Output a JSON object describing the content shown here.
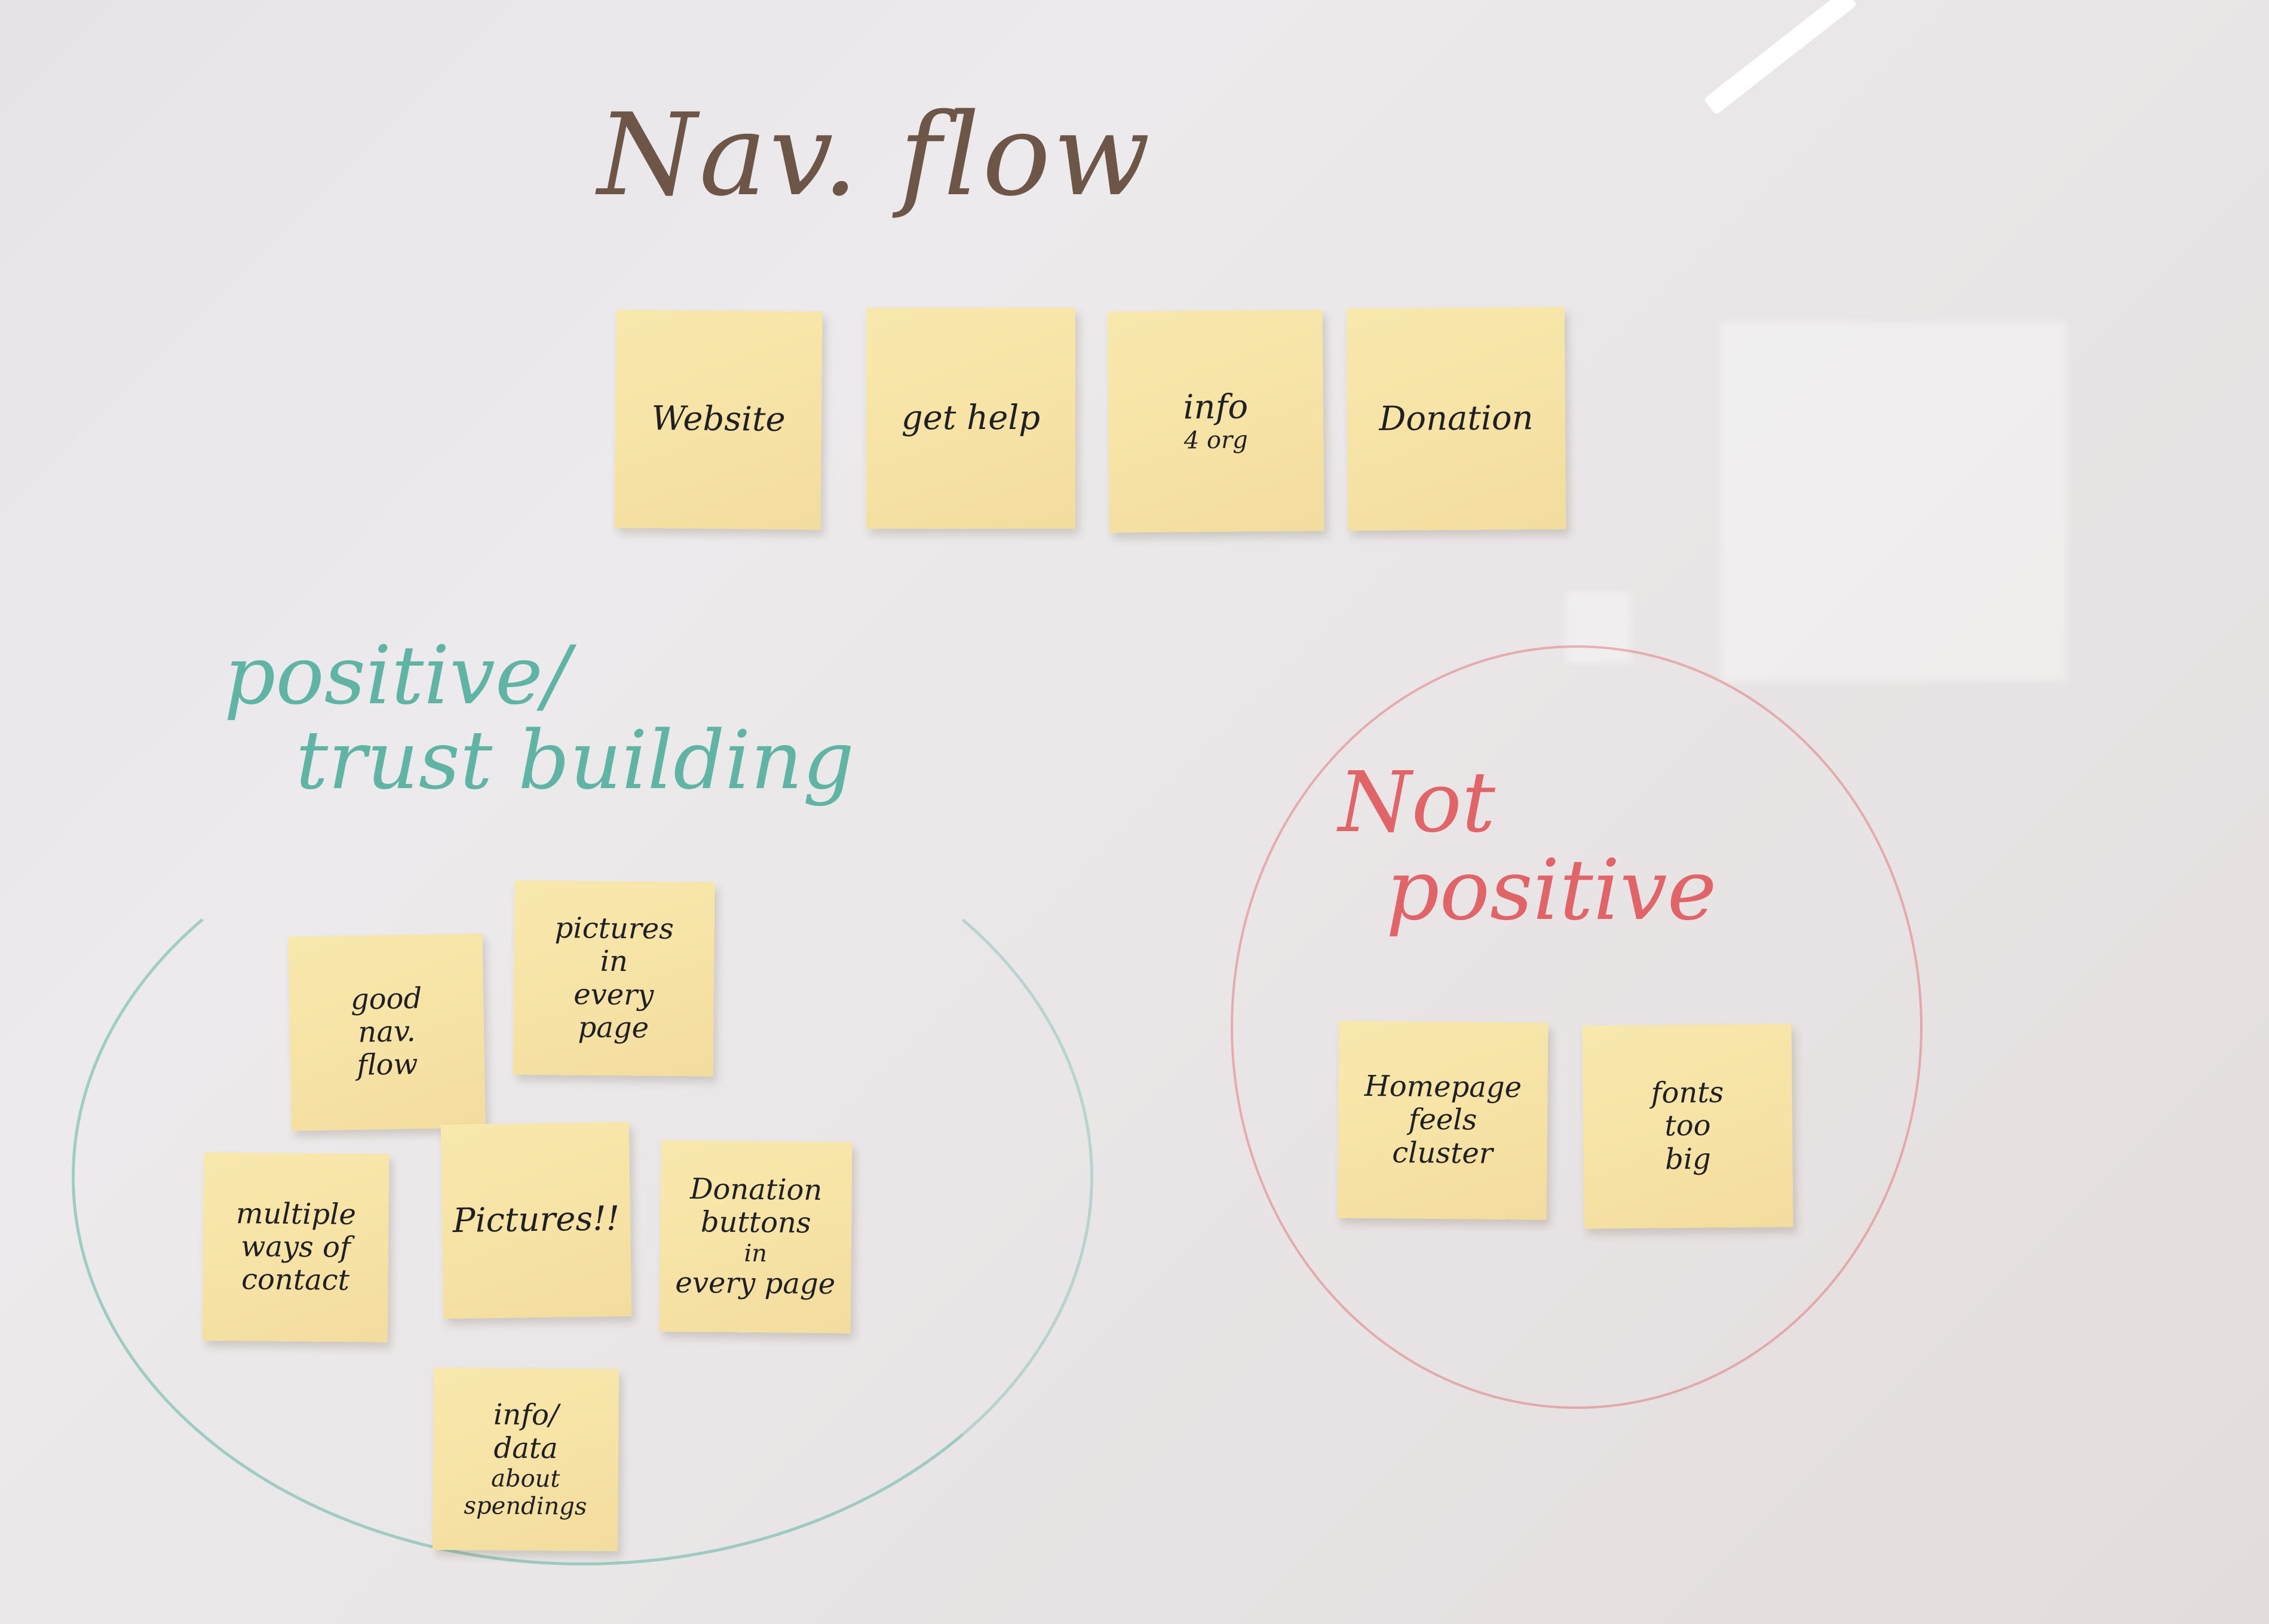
{
  "board": {
    "title": "Nav. flow",
    "top_notes": [
      {
        "lines": [
          "Website"
        ]
      },
      {
        "lines": [
          "get help"
        ]
      },
      {
        "lines": [
          "info",
          "4 org"
        ]
      },
      {
        "lines": [
          "Donation"
        ]
      }
    ],
    "positive": {
      "heading": [
        "positive/",
        "trust building"
      ],
      "color": "#5fb4a3",
      "notes": [
        {
          "lines": [
            "good",
            "nav.",
            "flow"
          ]
        },
        {
          "lines": [
            "pictures",
            "in",
            "every",
            "page"
          ]
        },
        {
          "lines": [
            "multiple",
            "ways of",
            "contact"
          ]
        },
        {
          "lines": [
            "Pictures!!"
          ]
        },
        {
          "lines": [
            "Donation",
            "buttons",
            "in",
            "every page"
          ]
        },
        {
          "lines": [
            "info/",
            "data",
            "about spendings"
          ]
        }
      ]
    },
    "not_positive": {
      "heading": [
        "Not",
        "positive"
      ],
      "color": "#e06468",
      "notes": [
        {
          "lines": [
            "Homepage",
            "feels",
            "cluster"
          ]
        },
        {
          "lines": [
            "fonts",
            "too",
            "big"
          ]
        }
      ]
    },
    "note_color": "#f7e4a6",
    "title_color": "#6d5648"
  }
}
